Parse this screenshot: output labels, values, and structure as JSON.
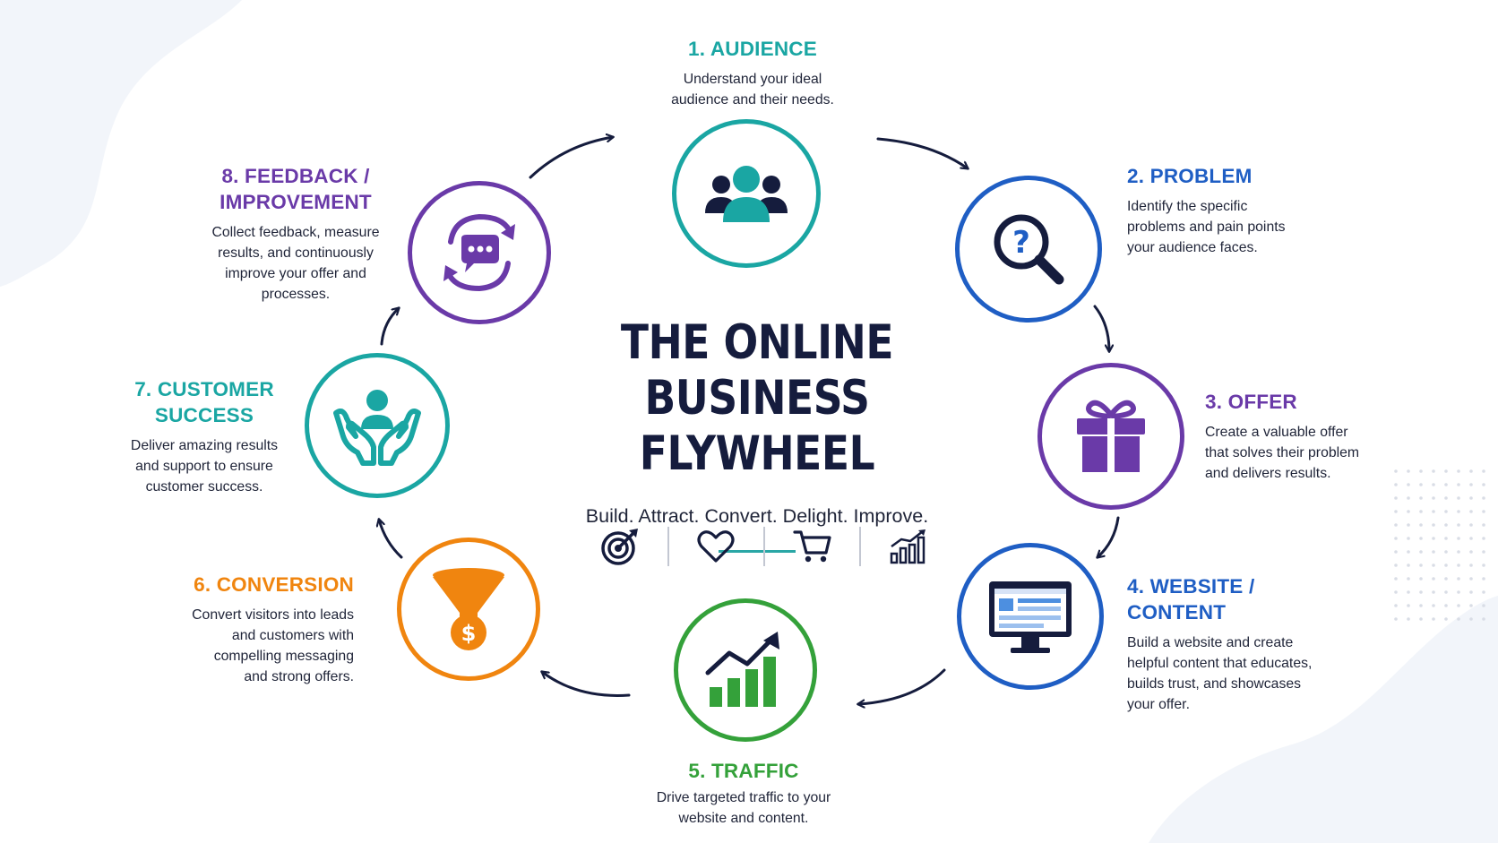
{
  "title": "THE ONLINE\nBUSINESS FLYWHEEL",
  "subtitle": "Build. Attract. Convert. Delight. Improve.",
  "colors": {
    "teal": "#1aa6a3",
    "blue": "#1f5ec4",
    "purple": "#6a3aa8",
    "orange": "#f0850f",
    "green": "#34a13a",
    "navy": "#151c3d"
  },
  "steps": [
    {
      "title": "1. AUDIENCE",
      "desc": "Understand your ideal\naudience and their needs.",
      "icon": "people-icon"
    },
    {
      "title": "2. PROBLEM",
      "desc": "Identify the specific\nproblems and pain points\nyour audience faces.",
      "icon": "magnifier-question-icon"
    },
    {
      "title": "3. OFFER",
      "desc": "Create a valuable offer\nthat solves their problem\nand delivers results.",
      "icon": "gift-icon"
    },
    {
      "title": "4. WEBSITE /\nCONTENT",
      "desc": "Build a website and create\nhelpful content that educates,\nbuilds trust, and showcases\nyour offer.",
      "icon": "monitor-icon"
    },
    {
      "title": "5. TRAFFIC",
      "desc": "Drive targeted traffic to your\nwebsite and content.",
      "icon": "growth-chart-icon"
    },
    {
      "title": "6. CONVERSION",
      "desc": "Convert visitors into leads\nand customers with\ncompelling messaging\nand strong offers.",
      "icon": "funnel-dollar-icon"
    },
    {
      "title": "7. CUSTOMER\nSUCCESS",
      "desc": "Deliver amazing results\nand support to ensure\ncustomer success.",
      "icon": "hands-person-icon"
    },
    {
      "title": "8. FEEDBACK /\nIMPROVEMENT",
      "desc": "Collect feedback, measure\nresults, and continuously\nimprove your offer and\nprocesses.",
      "icon": "chat-cycle-icon"
    }
  ],
  "center_icons": [
    "target-icon",
    "heart-icon",
    "cart-icon",
    "bar-chart-icon"
  ]
}
